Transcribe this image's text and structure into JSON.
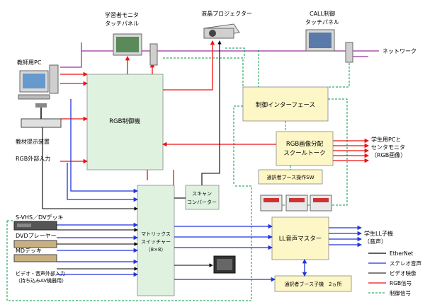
{
  "devices": {
    "learner_monitor": [
      "学習者モニタ",
      "タッチパネル"
    ],
    "projector": "液晶プロジェクター",
    "call_panel": [
      "CALL制御",
      "タッチパネル"
    ],
    "teacher_pc": "教師用PC",
    "network": "ネットワーク",
    "visualizer": "教材提示装置",
    "rgb_input": "RGB外部入力",
    "vhs_deck": "S-VHS／DVデッキ",
    "dvd": "DVDプレーヤー",
    "md": "MDデッキ",
    "av_input": [
      "ビデオ・音声外部入力",
      "（持ち込みAV機器用）"
    ]
  },
  "boxes": {
    "rgb_control": "RGB制御機",
    "control_interface": "制御インターフェース",
    "rgb_distributor": [
      "RGB画像分配",
      "スクールトーク"
    ],
    "booth_sw": "通訳者ブース操作SW",
    "scan_converter": [
      "スキャン",
      "コンバーター"
    ],
    "matrix": [
      "マトリックス",
      "スイッチャー",
      "（8×8）"
    ],
    "ll_master": "LL音声マスター",
    "booth_sub": "通訳者ブース子機　2ヵ所"
  },
  "outputs": {
    "student_pc": [
      "学生用PCと",
      "センタモニタ",
      "（RGB画像）"
    ],
    "student_ll": [
      "学生LL子機",
      "（音声）"
    ]
  },
  "legend": [
    {
      "label": "EtherNet",
      "color": "#000000",
      "style": "solid"
    },
    {
      "label": "ステレオ音声",
      "color": "#2233dd",
      "style": "solid"
    },
    {
      "label": "ビデオ映像",
      "color": "#000000",
      "style": "solid"
    },
    {
      "label": "RGB信号",
      "color": "#ee1111",
      "style": "solid"
    },
    {
      "label": "制御信号",
      "color": "#009944",
      "style": "dashed"
    }
  ],
  "colors": {
    "ethernet": "#993399",
    "audio": "#2233dd",
    "video": "#000000",
    "rgb": "#ee1111",
    "control": "#009944",
    "box_green": "#dff2e0",
    "box_yellow": "#fdf6c6"
  }
}
